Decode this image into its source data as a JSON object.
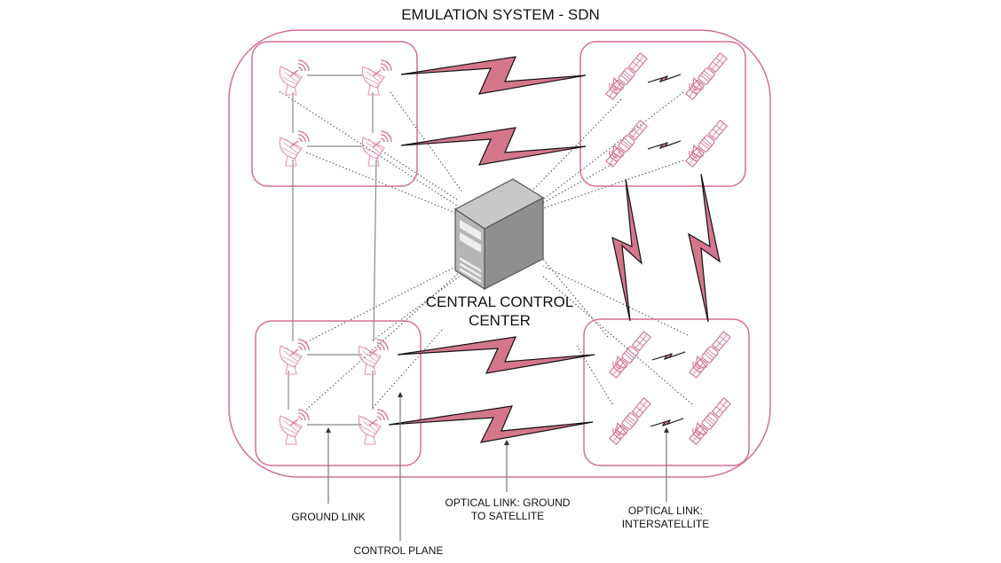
{
  "title": "EMULATION SYSTEM - SDN",
  "controller": {
    "label_line1": "CENTRAL CONTROL",
    "label_line2": "CENTER",
    "icon": "server-tower-icon"
  },
  "clusters": [
    {
      "id": "ground-top-left",
      "type": "ground-stations",
      "count": 4,
      "icon": "satellite-dish-icon"
    },
    {
      "id": "satellite-top-right",
      "type": "satellites",
      "count": 4,
      "icon": "satellite-icon"
    },
    {
      "id": "ground-bottom-left",
      "type": "ground-stations",
      "count": 4,
      "icon": "satellite-dish-icon"
    },
    {
      "id": "satellite-bottom-right",
      "type": "satellites",
      "count": 4,
      "icon": "satellite-icon"
    }
  ],
  "annotations": {
    "ground_link": "GROUND LINK",
    "control_plane": "CONTROL PLANE",
    "optical_g2s_line1": "OPTICAL LINK: GROUND",
    "optical_g2s_line2": "TO SATELLITE",
    "optical_isl_line1": "OPTICAL LINK:",
    "optical_isl_line2": "INTERSATELLITE"
  },
  "colors": {
    "accent": "#d4708a",
    "bolt_fill": "#d4778c",
    "line": "#777777",
    "server": "#a6a6a6"
  }
}
